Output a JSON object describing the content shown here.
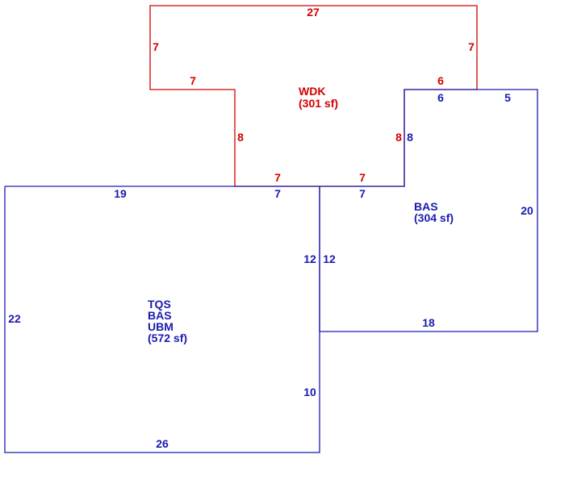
{
  "colors": {
    "wdk": "#d40000",
    "bas": "#1a1ab0"
  },
  "wdk": {
    "code": "WDK",
    "area": "(301 sf)"
  },
  "bas_right": {
    "code": "BAS",
    "area": "(304 sf)"
  },
  "main": {
    "codes": [
      "TQS",
      "BAS",
      "UBM"
    ],
    "area": "(572 sf)"
  },
  "wdk_dims": {
    "top": "27",
    "left": "7",
    "right": "7",
    "step_left": "7",
    "step_right": "6",
    "inner_left": "8",
    "inner_right": "8",
    "bottom_left": "7",
    "bottom_right": "7"
  },
  "bas_dims": {
    "top_left": "6",
    "top_right": "5",
    "left": "8",
    "right": "20",
    "bottom_left": "7",
    "inner": "12",
    "bottom": "18"
  },
  "main_dims": {
    "top": "19",
    "top_right": "7",
    "left": "22",
    "right_upper": "12",
    "right_lower": "10",
    "bottom": "26"
  }
}
